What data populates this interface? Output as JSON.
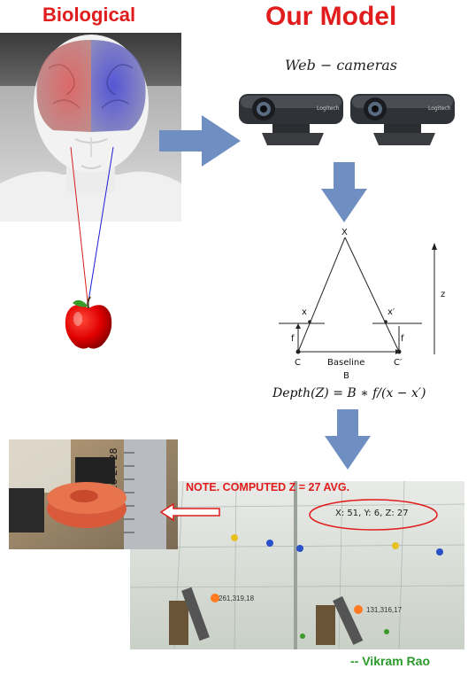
{
  "titles": {
    "biological": "Biological",
    "our_model": "Our Model"
  },
  "cameras": {
    "label": "Web − cameras"
  },
  "stereo_diagram": {
    "point_X": "X",
    "left_image_point": "x",
    "right_image_point": "x′",
    "left_focal": "f",
    "right_focal": "f",
    "left_center": "C",
    "right_center": "C′",
    "baseline_label": "Baseline",
    "baseline_symbol": "B",
    "z_axis": "z"
  },
  "equation": "Depth(Z) = B ∗ f/(x − x′)",
  "result": {
    "note": "NOTE. COMPUTED Z = 27 AVG.",
    "coordinate_readout": "X: 51, Y: 6, Z: 27",
    "left_point_label": "261,319,18",
    "right_point_label": "131,316,17"
  },
  "credit": "-- Vikram Rao",
  "colors": {
    "title_red": "#e01c1c",
    "arrow_blue": "#6f8fc2",
    "credit_green": "#2a9a2a"
  }
}
